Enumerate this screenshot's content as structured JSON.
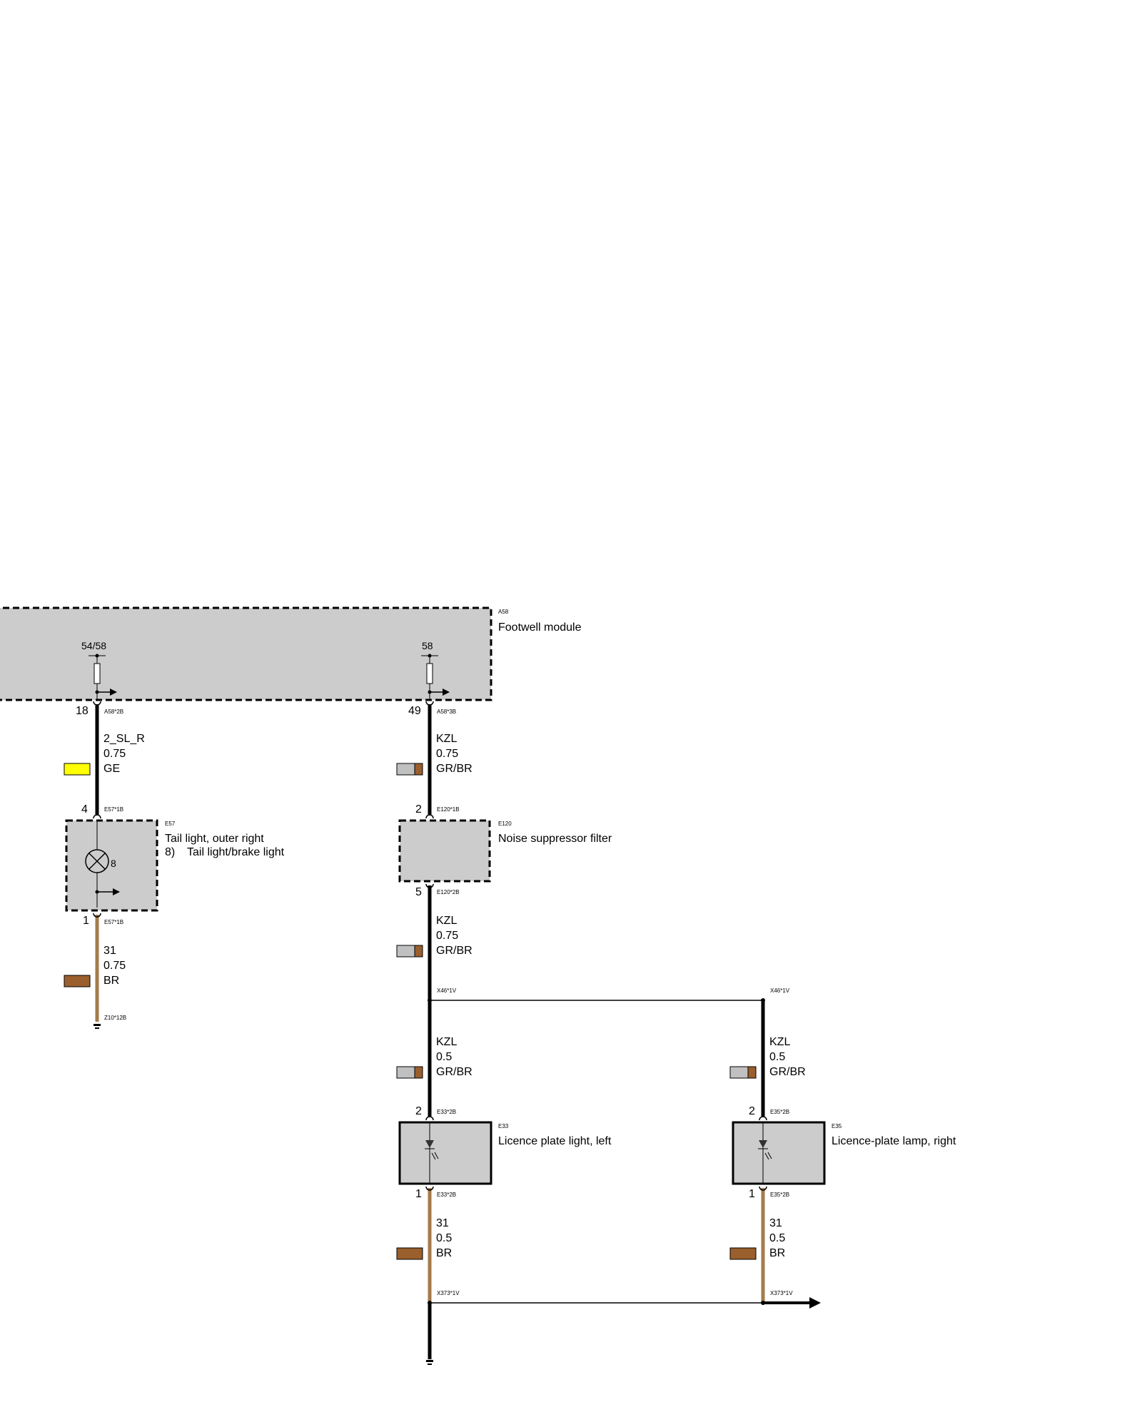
{
  "colors": {
    "box_fill": "#cccccc",
    "wire_black": "#000000",
    "wire_brown": "#a57a4b",
    "swatch_GE": "#ffff00",
    "swatch_GR": "#c0c0c0",
    "swatch_BR": "#9a5f2c"
  },
  "components": {
    "footwell": {
      "ref": "A58",
      "name": "Footwell module"
    },
    "tail": {
      "ref": "E57",
      "name": "Tail light, outer right",
      "sub_num": "8)",
      "sub_text": "Tail light/brake light",
      "bulb_num": "8"
    },
    "filter": {
      "ref": "E120",
      "name": "Noise suppressor filter"
    },
    "lp_left": {
      "ref": "E33",
      "name": "Licence plate light, left"
    },
    "lp_right": {
      "ref": "E35",
      "name": "Licence-plate lamp, right"
    }
  },
  "fuses": {
    "left": "54/58",
    "right": "58"
  },
  "pins": {
    "a58_18": "18",
    "a58_49": "49",
    "e57_4": "4",
    "e57_1": "1",
    "e120_2": "2",
    "e120_5": "5",
    "e33_2": "2",
    "e33_1": "1",
    "e35_2": "2",
    "e35_1": "1"
  },
  "connectors": {
    "a58_2b": "A58*2B",
    "a58_3b": "A58*3B",
    "e57_1b_top": "E57*1B",
    "e57_1b_bot": "E57*1B",
    "e120_1b": "E120*1B",
    "e120_2b": "E120*2B",
    "x46_left": "X46*1V",
    "x46_right": "X46*1V",
    "e33_2b_top": "E33*2B",
    "e33_2b_bot": "E33*2B",
    "e35_2b_top": "E35*2B",
    "e35_2b_bot": "E35*2B",
    "x373_left": "X373*1V",
    "x373_right": "X373*1V",
    "z10": "Z10*12B"
  },
  "wires": {
    "w1": {
      "name": "2_SL_R",
      "size": "0.75",
      "color": "GE"
    },
    "w2": {
      "name": "31",
      "size": "0.75",
      "color": "BR"
    },
    "w3": {
      "name": "KZL",
      "size": "0.75",
      "color": "GR/BR"
    },
    "w4": {
      "name": "KZL",
      "size": "0.75",
      "color": "GR/BR"
    },
    "w5": {
      "name": "KZL",
      "size": "0.5",
      "color": "GR/BR"
    },
    "w6": {
      "name": "KZL",
      "size": "0.5",
      "color": "GR/BR"
    },
    "w7": {
      "name": "31",
      "size": "0.5",
      "color": "BR"
    },
    "w8": {
      "name": "31",
      "size": "0.5",
      "color": "BR"
    }
  }
}
